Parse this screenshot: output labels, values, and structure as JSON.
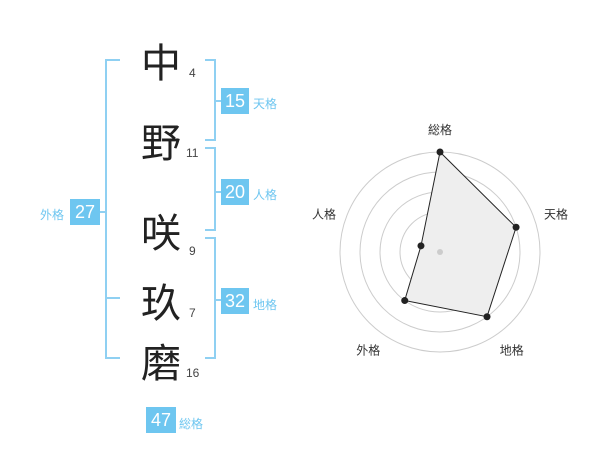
{
  "name": {
    "chars": [
      {
        "char": "中",
        "strokes": "4"
      },
      {
        "char": "野",
        "strokes": "11"
      },
      {
        "char": "咲",
        "strokes": "9"
      },
      {
        "char": "玖",
        "strokes": "7"
      },
      {
        "char": "磨",
        "strokes": "16"
      }
    ]
  },
  "kaku": {
    "tenkaku": {
      "value": "15",
      "label": "天格"
    },
    "jinkaku": {
      "value": "20",
      "label": "人格"
    },
    "chikaku": {
      "value": "32",
      "label": "地格"
    },
    "gaikaku": {
      "value": "27",
      "label": "外格"
    },
    "soukaku": {
      "value": "47",
      "label": "総格"
    }
  },
  "colors": {
    "accent": "#6ec6f0",
    "bracket": "#8fd0f2",
    "radar_fill": "#eeeeee",
    "ring": "#cccccc"
  },
  "chart_data": {
    "type": "radar",
    "axes": [
      "総格",
      "天格",
      "地格",
      "外格",
      "人格"
    ],
    "values": [
      5,
      4,
      4,
      3,
      1
    ],
    "rmax": 5,
    "rings": 5
  }
}
